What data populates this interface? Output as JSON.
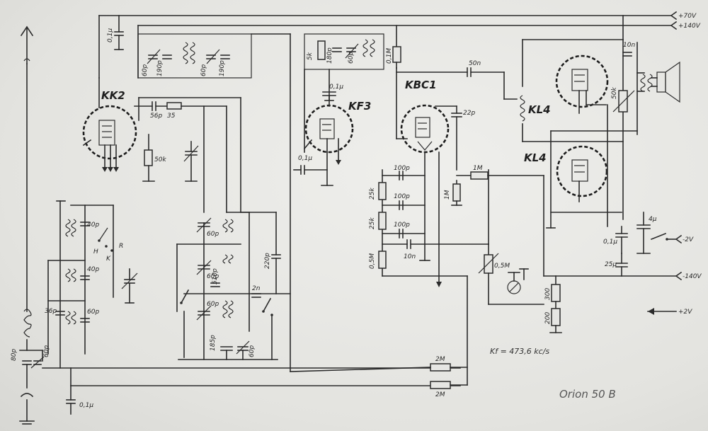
{
  "rails": {
    "plus70": "+70V",
    "plus140": "+140V",
    "minus140": "-140V",
    "plus2": "+2V",
    "minus2": "-2V",
    "plus2_arrow": "+2V"
  },
  "tubes": {
    "kk2": "KK2",
    "kf3": "KF3",
    "kbc1": "KBC1",
    "kl4_top": "KL4",
    "kl4_bottom": "KL4"
  },
  "components": {
    "c_top_left": "0,1µ",
    "c_if1_a": "60p",
    "c_if1_b": "190p",
    "c_if1_c": "60p",
    "c_if1_d": "190p",
    "c_56p": "56p",
    "r_35": "35",
    "r_50k_osc": "50k",
    "r_5k": "5k",
    "c_180p": "180p",
    "c_60p_if2": "60p",
    "c_01u_if2": "0,1M",
    "c_kf3_screen": "0,1µ",
    "c_kf3_grid": "0,1µ",
    "c_50n": "50n",
    "c_22p": "22p",
    "c_100p_1": "100p",
    "c_100p_2": "100p",
    "c_100p_3": "100p",
    "r_25k_1": "25k",
    "r_25k_2": "25k",
    "r_05m": "0,5M",
    "c_10n_det": "10n",
    "r_1m_grid": "1M",
    "r_1m": "1M",
    "pot_05m": "0,5M",
    "c_10n_out": "10n",
    "pot_50k": "50k",
    "c_01u_fil": "0,1µ",
    "c_25u": "25µ",
    "c_4u": "4µ",
    "r_300": "300",
    "r_200": "200",
    "c_40p_1": "40p",
    "c_40p_2": "40p",
    "c_60p_ant": "60p",
    "c_36p": "36p",
    "c_80p": "80p",
    "c_60p_trim": "60p",
    "c_01u_bottom": "0,1µ",
    "sw_h": "H",
    "sw_k": "K",
    "sw_r": "R",
    "c_60p_osc1": "60p",
    "c_60p_osc2": "60p",
    "c_60p_osc3": "60p",
    "c_510p": "510p",
    "c_2n": "2n",
    "c_220p": "220p",
    "c_185p": "185p",
    "c_60p_osc4": "60p",
    "r_2m_1": "2M",
    "r_2m_2": "2M"
  },
  "notes": {
    "if_freq": "Kf = 473,6 kc/s",
    "model": "Orion 50 B"
  }
}
